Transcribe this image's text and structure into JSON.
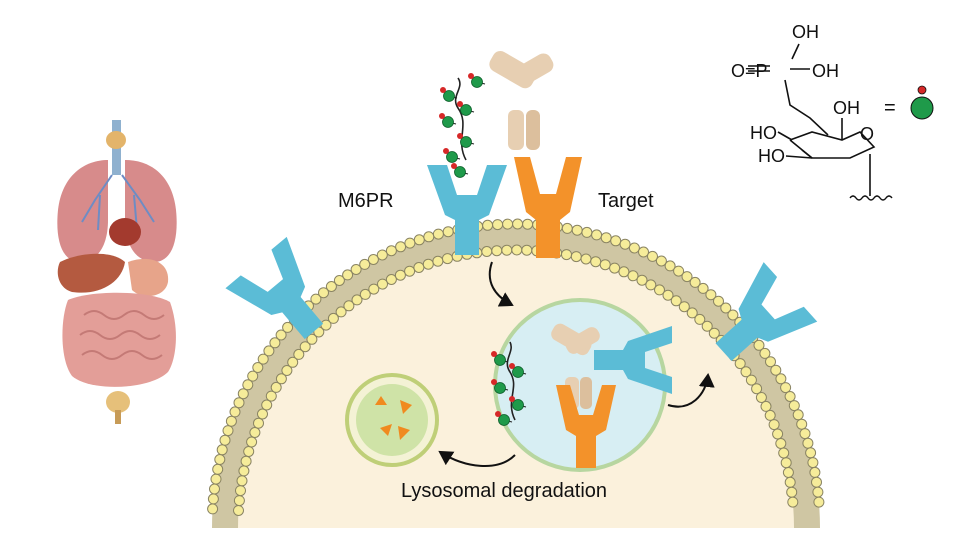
{
  "labels": {
    "m6pr": "M6PR",
    "target": "Target",
    "degradation": "Lysosomal degradation"
  },
  "structure": {
    "oh_top": "OH",
    "o_eq_p": "O=P",
    "p_oh": "OH",
    "ring_oh": "OH",
    "ho_1": "HO",
    "ho_2": "HO",
    "ring_o": "O",
    "equals": "="
  },
  "colors": {
    "receptor_m6pr": "#5bbcd6",
    "receptor_target": "#f3922a",
    "antibody": "#e7cfb2",
    "glycan_ball": "#1f9a4a",
    "phosphate_dot": "#d62828",
    "membrane_head": "#f6ec9a",
    "cytoplasm": "#fbf1dc",
    "endosome": "#d7eef3",
    "lysosome": "#cfe3a7",
    "fragment": "#f08a1f"
  },
  "icons": {
    "organs": "human-organs-icon",
    "m6p_symbol": "m6p-glycan-symbol"
  }
}
